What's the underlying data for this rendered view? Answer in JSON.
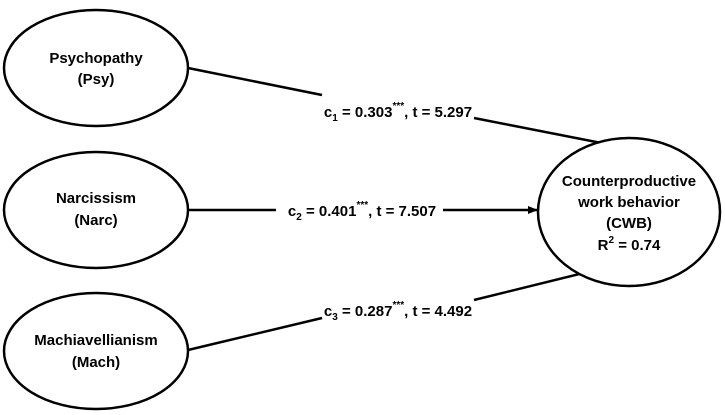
{
  "nodes": {
    "psy": {
      "line1": "Psychopathy",
      "line2": "(Psy)"
    },
    "narc": {
      "line1": "Narcissism",
      "line2": "(Narc)"
    },
    "mach": {
      "line1": "Machiavellianism",
      "line2": "(Mach)"
    },
    "cwb": {
      "line1": "Counterproductive",
      "line2": "work behavior",
      "line3": "(CWB)",
      "r2_base": "R",
      "r2_exp": "2",
      "r2_value": " = 0.74"
    }
  },
  "edges": {
    "psy": {
      "coef": "c",
      "sub": "1",
      "value": " = 0.303",
      "sig": "***",
      "t": ", t = 5.297"
    },
    "narc": {
      "coef": "c",
      "sub": "2",
      "value": " = 0.401",
      "sig": "***",
      "t": ", t = 7.507"
    },
    "mach": {
      "coef": "c",
      "sub": "3",
      "value": " = 0.287",
      "sig": "***",
      "t": ", t = 4.492"
    }
  }
}
